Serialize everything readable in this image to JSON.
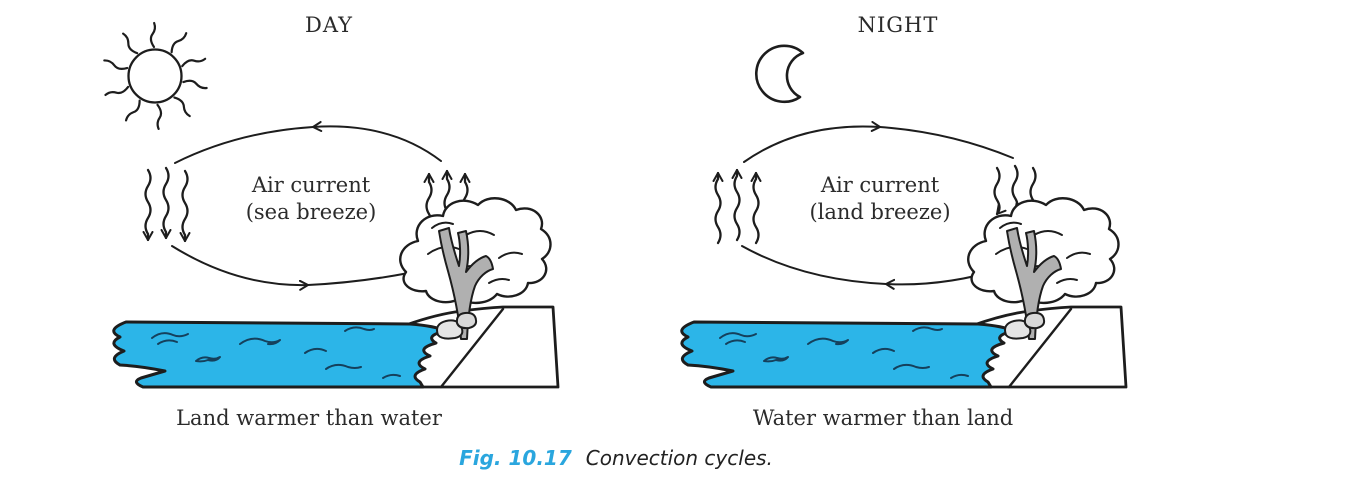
{
  "figure": {
    "panels": [
      {
        "title": "DAY",
        "sky_symbol": "sun",
        "cycle_label": {
          "line1": "Air current",
          "line2": "(sea breeze)"
        },
        "caption": "Land warmer than water",
        "air_flow": {
          "over_water": "descending",
          "over_land": "rising",
          "upper_arc_direction": "toward sea (left)",
          "lower_arc_direction": "toward land (right)",
          "wavy_arrows_per_column": 3
        }
      },
      {
        "title": "NIGHT",
        "sky_symbol": "moon",
        "cycle_label": {
          "line1": "Air current",
          "line2": "(land breeze)"
        },
        "caption": "Water warmer than land",
        "air_flow": {
          "over_water": "rising",
          "over_land": "descending",
          "upper_arc_direction": "toward land (right)",
          "lower_arc_direction": "toward sea (left)",
          "wavy_arrows_per_column": 3
        }
      }
    ],
    "caption": {
      "label": "Fig. 10.17",
      "title": "Convection cycles."
    },
    "colors": {
      "water": "#2cb5e8",
      "outline": "#1d1d1d",
      "ripple": "#15405c",
      "tree_trunk": "#b0b0b0",
      "rock": "#e4e4e4",
      "text": "#2b2b2b",
      "caption_accent": "#2aa6de"
    }
  }
}
